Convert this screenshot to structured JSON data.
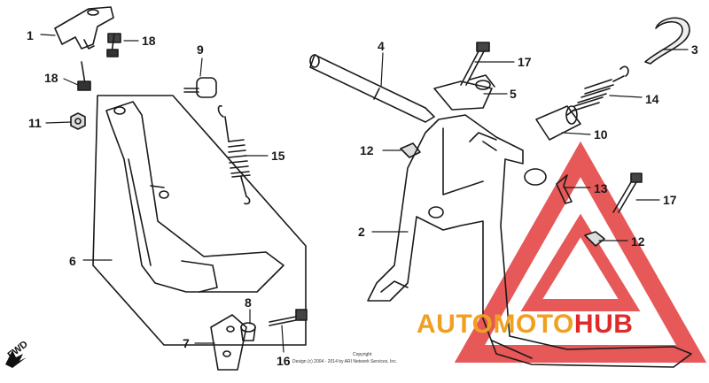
{
  "callouts": {
    "c1": "1",
    "c18a": "18",
    "c18b": "18",
    "c9": "9",
    "c11": "11",
    "c4": "4",
    "c17a": "17",
    "c5": "5",
    "c3": "3",
    "c14": "14",
    "c10": "10",
    "c12a": "12",
    "c15": "15",
    "c2": "2",
    "c13": "13",
    "c17b": "17",
    "c12b": "12",
    "c6": "6",
    "c8": "8",
    "c7": "7",
    "c16": "16"
  },
  "copyright": {
    "line1": "Copyright",
    "line2": "Design (c) 2004 - 2014 by ARI Network Services, Inc."
  },
  "direction": {
    "label": "FWD"
  },
  "watermark": {
    "part1": "AUTOMOTO",
    "part2": "HUB",
    "color_primary": "#f0a020",
    "color_secondary": "#e02a2a"
  },
  "colors": {
    "ink": "#1a1a1a",
    "watermark_red": "#e33b3b"
  }
}
